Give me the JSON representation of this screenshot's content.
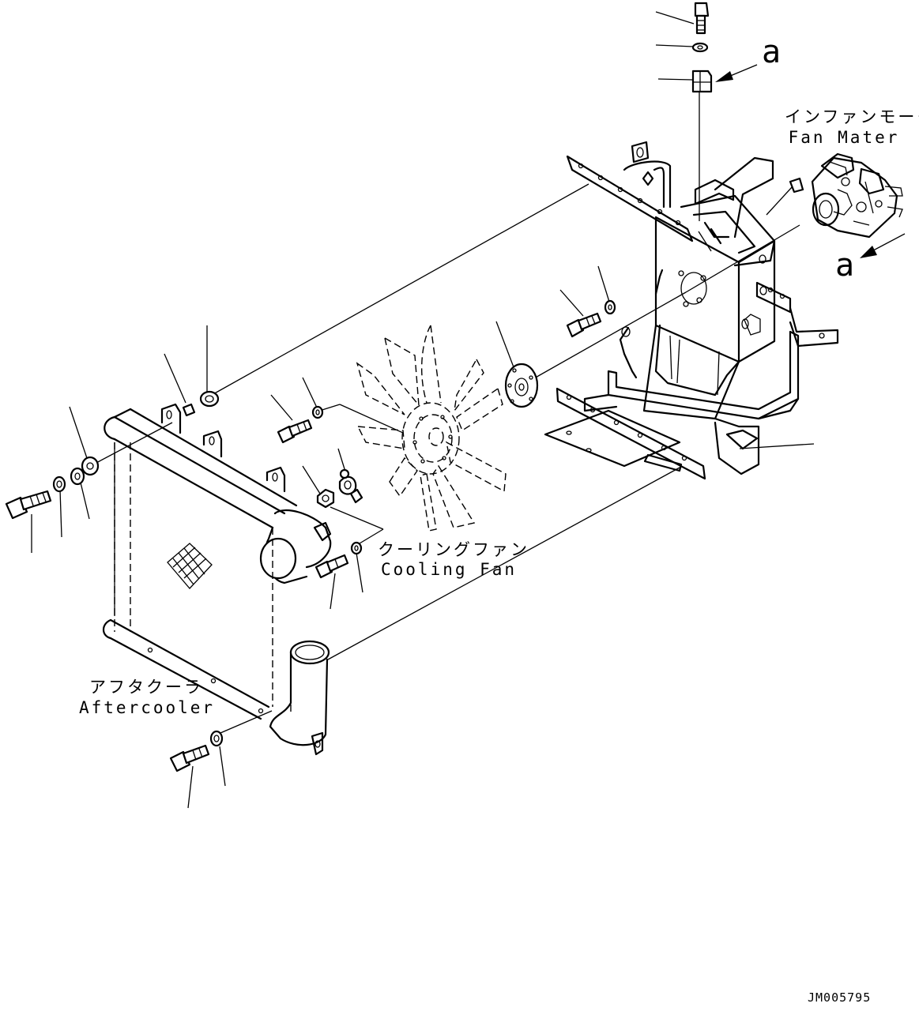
{
  "labels": {
    "fan_motor_jp": "インファンモータ",
    "fan_motor_en": "Fan Mater",
    "cooling_fan_jp": "クーリングファン",
    "cooling_fan_en": "Cooling Fan",
    "aftercooler_jp": "アフタクーラ",
    "aftercooler_en": "Aftercooler",
    "ref_top": "a",
    "ref_right": "a",
    "drawing_code": "JM005795"
  }
}
